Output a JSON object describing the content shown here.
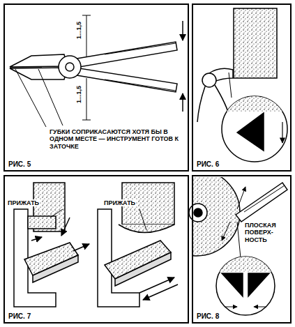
{
  "diagram": {
    "nodes": [
      {
        "text": [
          "РИС. 5"
        ]
      },
      {
        "text": [
          "РИС. 6"
        ]
      },
      {
        "text": [
          "РИС. 7"
        ]
      },
      {
        "text": [
          "РИС. 8"
        ]
      }
    ],
    "labels": [
      "1...1,5",
      "1...1,5",
      "ГУБКИ СОПРИКАСАЮТСЯ ХОТЯ БЫ В ОДНОМ МЕСТЕ — ИНСТРУМЕНТ ГОТОВ К ЗАТОЧКЕ",
      "ПРИЖАТЬ",
      "ПРИЖАТЬ",
      "ПЛОСКАЯ ПОВЕРХ- НОСТЬ"
    ]
  }
}
